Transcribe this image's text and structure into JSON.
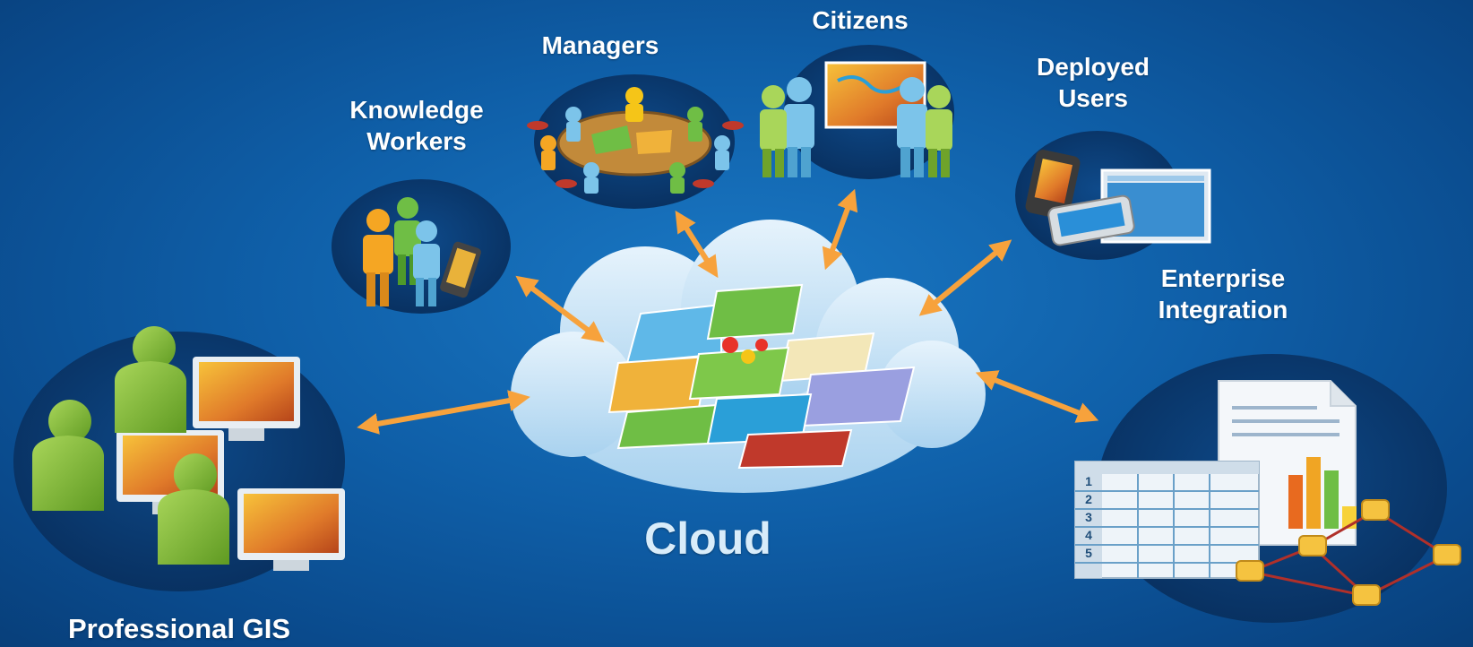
{
  "nodes": {
    "professional_gis": "Professional GIS",
    "knowledge_workers": [
      "Knowledge",
      "Workers"
    ],
    "managers": "Managers",
    "citizens": "Citizens",
    "deployed_users": [
      "Deployed",
      "Users"
    ],
    "enterprise_integration": [
      "Enterprise",
      "Integration"
    ],
    "cloud": "Cloud"
  },
  "table_rows": [
    "1",
    "2",
    "3",
    "4",
    "5"
  ],
  "colors": {
    "background": "#0f5fa8",
    "ellipse": "#0c3f78",
    "arrow": "#f7a23c",
    "cloud": "#cfe6f7",
    "label": "#ffffff",
    "cloud_label": "#d8ecfa"
  }
}
